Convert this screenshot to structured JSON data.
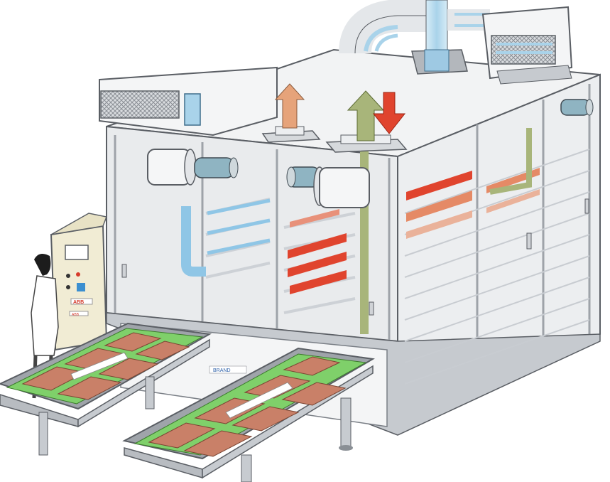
{
  "illustration": {
    "control_cabinet_brand": "ABB",
    "control_cabinet_door_badge": "ABB",
    "front_panel_badge": "BRAND"
  },
  "colors": {
    "background": "#ffffff",
    "housing_fill": "#eceef0",
    "housing_stroke": "#5a5e64",
    "frame": "#b9bdc3",
    "duct_blue": "#a9d3ea",
    "duct_blue_dark": "#5aa8d6",
    "hot_air_red": "#e0442e",
    "warm_air_orange": "#e6a37a",
    "return_air_green": "#a8b57a",
    "rail_green": "#7fd06a",
    "tray_copper": "#c98068",
    "cabinet_beige": "#f1ecd4"
  },
  "airflow_arrows": [
    {
      "name": "exhaust-arrow-orange",
      "color": "warm_air_orange",
      "direction": "up"
    },
    {
      "name": "exhaust-arrow-green",
      "color": "return_air_green",
      "direction": "up"
    },
    {
      "name": "inflow-arrow-red",
      "color": "hot_air_red",
      "direction": "down"
    }
  ]
}
